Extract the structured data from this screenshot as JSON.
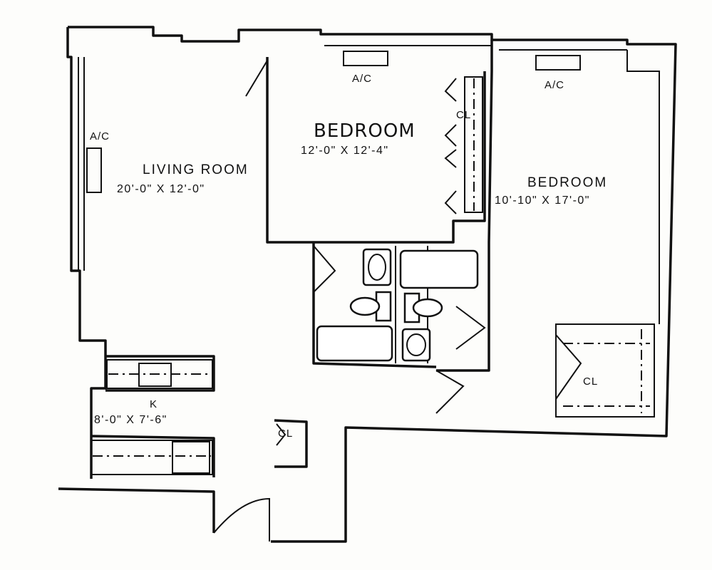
{
  "rooms": {
    "living": {
      "name": "LIVING ROOM",
      "dims": "20'-0\" X 12'-0\""
    },
    "bedroom1": {
      "name": "BEDROOM",
      "dims": "12'-0\" X 12'-4\""
    },
    "bedroom2": {
      "name": "BEDROOM",
      "dims": "10'-10\" X 17'-0\""
    },
    "kitchen": {
      "name": "K",
      "dims": "8'-0\" X 7'-6\""
    }
  },
  "labels": {
    "ac_living": "A/C",
    "ac_bedroom1": "A/C",
    "ac_bedroom2": "A/C",
    "closet_bedroom1": "CL",
    "closet_bedroom2": "CL",
    "closet_entry": "CL"
  }
}
